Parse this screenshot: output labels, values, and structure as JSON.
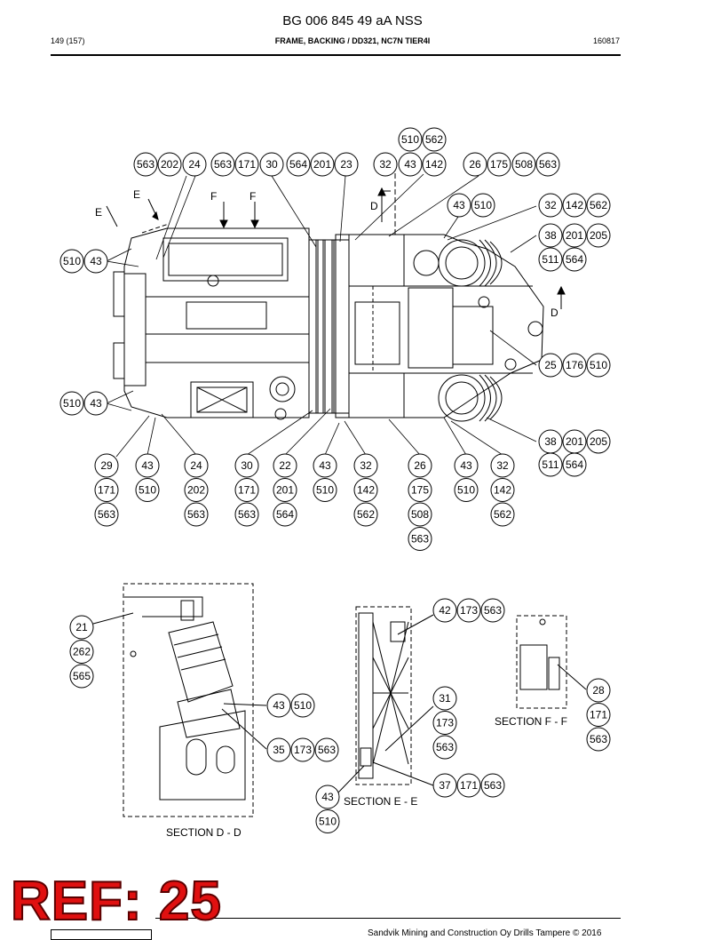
{
  "header": {
    "doc_number": "BG 006 845 49 aA NSS",
    "page": "149 (157)",
    "title": "FRAME, BACKING / DD321, NC7N TIER4I",
    "date": "160817"
  },
  "view_labels": {
    "e": "E",
    "f": "F",
    "d": "D"
  },
  "sections": {
    "dd": "SECTION D - D",
    "ee": "SECTION E - E",
    "ff": "SECTION F - F"
  },
  "bubbles": {
    "top_row": [
      "563",
      "202",
      "24",
      "563",
      "171",
      "30",
      "564",
      "201",
      "23",
      "32",
      "43",
      "142",
      "26",
      "175",
      "508",
      "563"
    ],
    "top_extra": [
      "510",
      "562"
    ],
    "right_a": [
      "43",
      "510"
    ],
    "right_b": [
      "32",
      "142",
      "562"
    ],
    "right_c": [
      "38",
      "201",
      "205"
    ],
    "right_c2": [
      "511",
      "564"
    ],
    "left_a": [
      "510",
      "43"
    ],
    "right_d": [
      "25",
      "176",
      "510"
    ],
    "left_b": [
      "510",
      "43"
    ],
    "right_e": [
      "38",
      "201",
      "205"
    ],
    "right_e2": [
      "511",
      "564"
    ],
    "bottom_cols": [
      [
        "29",
        "171",
        "563"
      ],
      [
        "43",
        "510"
      ],
      [
        "24",
        "202",
        "563"
      ],
      [
        "30",
        "171",
        "563"
      ],
      [
        "22",
        "201",
        "564"
      ],
      [
        "43",
        "510"
      ],
      [
        "32",
        "142",
        "562"
      ],
      [
        "26",
        "175",
        "508",
        "563"
      ],
      [
        "43",
        "510"
      ],
      [
        "32",
        "142",
        "562"
      ]
    ],
    "dd_col": [
      "21",
      "262",
      "565"
    ],
    "dd_a": [
      "43",
      "510"
    ],
    "dd_b": [
      "35",
      "173",
      "563"
    ],
    "ee_a": [
      "42",
      "173",
      "563"
    ],
    "ee_col": [
      "31",
      "173",
      "563"
    ],
    "ee_b": [
      "37",
      "171",
      "563"
    ],
    "ee_c": [
      "43",
      "510"
    ],
    "ff_col": [
      "28",
      "171",
      "563"
    ]
  },
  "stamp": {
    "text": "REF: 25",
    "color": "#e01010"
  },
  "footer": {
    "copyright": "Sandvik Mining and Construction Oy Drills Tampere © 2016"
  }
}
